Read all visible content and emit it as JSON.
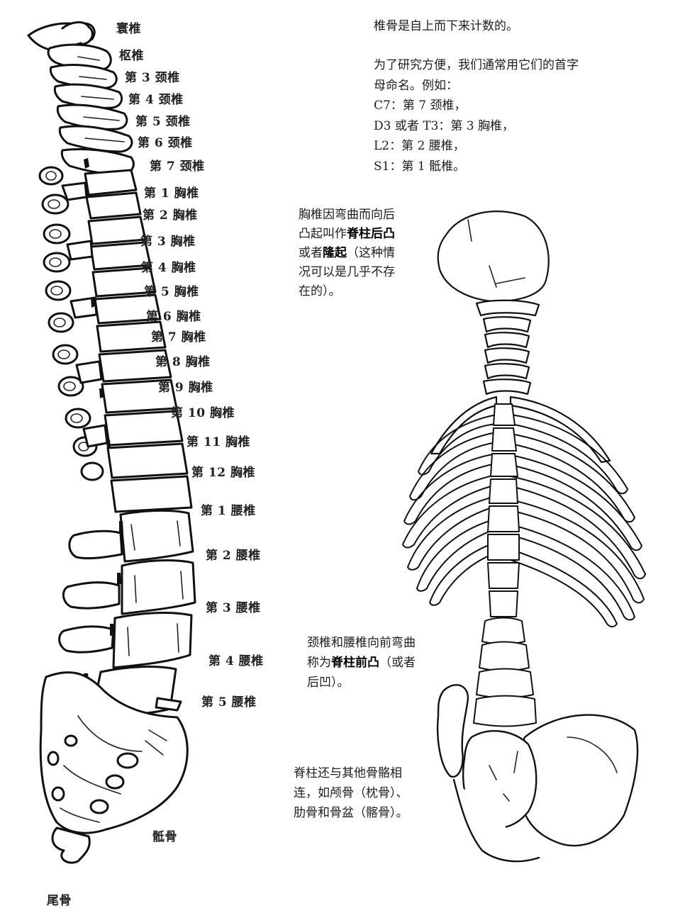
{
  "diagram": {
    "subject": "Human vertebral column (lateral view) and skeleton back view",
    "spine_labels": {
      "atlas": "寰椎",
      "axis": "枢椎",
      "cervical": [
        "第 3 颈椎",
        "第 4 颈椎",
        "第 5 颈椎",
        "第 6 颈椎",
        "第 7 颈椎"
      ],
      "thoracic": [
        "第 1 胸椎",
        "第 2 胸椎",
        "第 3 胸椎",
        "第 4 胸椎",
        "第 5 胸椎",
        "第 6 胸椎",
        "第 7 胸椎",
        "第 8 胸椎",
        "第 9 胸椎",
        "第 10 胸椎",
        "第 11 胸椎",
        "第 12 胸椎"
      ],
      "lumbar": [
        "第 1 腰椎",
        "第 2 腰椎",
        "第 3 腰椎",
        "第 4 腰椎",
        "第 5 腰椎"
      ],
      "sacrum": "骶骨",
      "coccyx": "尾骨"
    },
    "notes": {
      "counting": "椎骨是自上而下来计数的。",
      "naming_intro_1": "为了研究方便，我们通常用它们的首字",
      "naming_intro_2": "母命名。例如：",
      "example_c7": "C7：第 7 颈椎，",
      "example_t3": "D3 或者 T3：第 3 胸椎，",
      "example_l2": "L2：第 2 腰椎，",
      "example_s1": "S1：第 1 骶椎。",
      "kyphosis": {
        "line1": "胸椎因弯曲而向后",
        "line2_pre": "凸起叫作",
        "line2_bold": "脊柱后凸",
        "line3_pre": "或者",
        "line3_bold": "隆起",
        "line3_post": "（这种情",
        "line4": "况可以是几乎不存",
        "line5": "在的）。"
      },
      "lordosis": {
        "line1": "颈椎和腰椎向前弯曲",
        "line2_pre": "称为",
        "line2_bold": "脊柱前凸",
        "line2_post": "（或者",
        "line3": "后凹）。"
      },
      "connections": {
        "line1": "脊柱还与其他骨骼相",
        "line2": "连，如颅骨（枕骨）、",
        "line3": "肋骨和骨盆（髂骨）。"
      }
    },
    "colors": {
      "background": "#ffffff",
      "ink": "#111111",
      "text": "#1e1e1e"
    }
  }
}
